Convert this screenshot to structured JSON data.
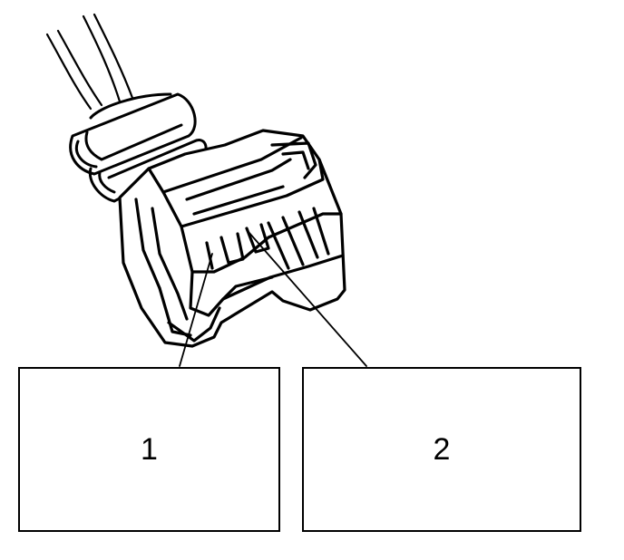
{
  "diagram": {
    "subject": "connector-plug-with-wires",
    "line_color": "#000000",
    "background": "#ffffff"
  },
  "callouts": [
    {
      "label": "1"
    },
    {
      "label": "2"
    }
  ]
}
